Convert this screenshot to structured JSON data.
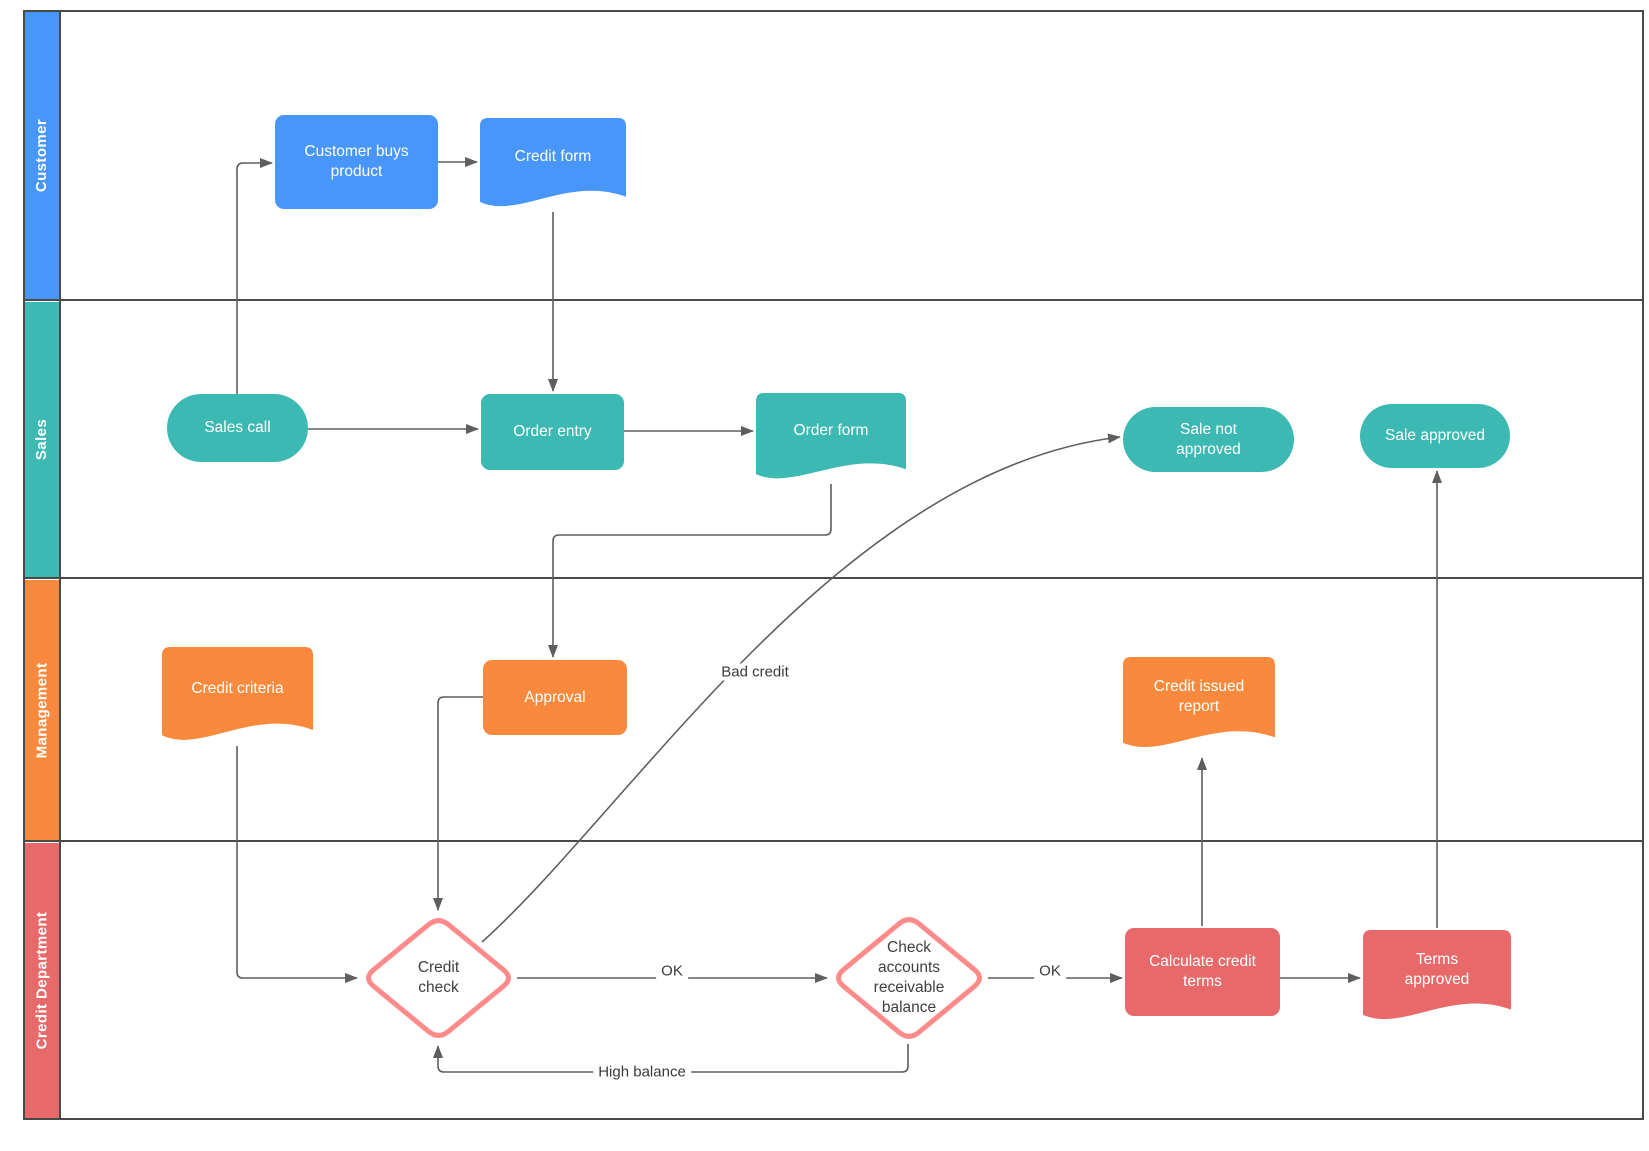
{
  "diagram": {
    "type": "swimlane-flowchart",
    "lanes": {
      "customer": {
        "label": "Customer",
        "color": "#4896fa"
      },
      "sales": {
        "label": "Sales",
        "color": "#3cb9b2"
      },
      "management": {
        "label": "Management",
        "color": "#f98a3d"
      },
      "credit_department": {
        "label": "Credit Department",
        "color": "#e8696a"
      }
    },
    "nodes": {
      "customer_buys_product": {
        "label": "Customer buys product",
        "shape": "process",
        "lane": "Customer"
      },
      "credit_form": {
        "label": "Credit form",
        "shape": "document",
        "lane": "Customer"
      },
      "sales_call": {
        "label": "Sales call",
        "shape": "terminator",
        "lane": "Sales"
      },
      "order_entry": {
        "label": "Order entry",
        "shape": "process",
        "lane": "Sales"
      },
      "order_form": {
        "label": "Order form",
        "shape": "document",
        "lane": "Sales"
      },
      "sale_not_approved": {
        "label": "Sale not approved",
        "shape": "terminator",
        "lane": "Sales"
      },
      "sale_approved": {
        "label": "Sale approved",
        "shape": "terminator",
        "lane": "Sales"
      },
      "credit_criteria": {
        "label": "Credit criteria",
        "shape": "document",
        "lane": "Management"
      },
      "approval": {
        "label": "Approval",
        "shape": "process",
        "lane": "Management"
      },
      "credit_issued_report": {
        "label": "Credit issued report",
        "shape": "document",
        "lane": "Management"
      },
      "credit_check": {
        "label": "Credit check",
        "shape": "decision",
        "lane": "Credit Department"
      },
      "check_accounts_receivable_balance": {
        "label": "Check accounts receivable balance",
        "shape": "decision",
        "lane": "Credit Department"
      },
      "calculate_credit_terms": {
        "label": "Calculate credit terms",
        "shape": "process",
        "lane": "Credit Department"
      },
      "terms_approved": {
        "label": "Terms approved",
        "shape": "document",
        "lane": "Credit Department"
      }
    },
    "edges": [
      {
        "from": "sales_call",
        "to": "customer_buys_product",
        "label": ""
      },
      {
        "from": "customer_buys_product",
        "to": "credit_form",
        "label": ""
      },
      {
        "from": "credit_form",
        "to": "order_entry",
        "label": ""
      },
      {
        "from": "sales_call",
        "to": "order_entry",
        "label": ""
      },
      {
        "from": "order_entry",
        "to": "order_form",
        "label": ""
      },
      {
        "from": "order_form",
        "to": "approval",
        "label": ""
      },
      {
        "from": "approval",
        "to": "credit_check",
        "label": ""
      },
      {
        "from": "credit_criteria",
        "to": "credit_check",
        "label": ""
      },
      {
        "from": "credit_check",
        "to": "check_accounts_receivable_balance",
        "label": "OK"
      },
      {
        "from": "credit_check",
        "to": "sale_not_approved",
        "label": "Bad credit"
      },
      {
        "from": "check_accounts_receivable_balance",
        "to": "calculate_credit_terms",
        "label": "OK"
      },
      {
        "from": "check_accounts_receivable_balance",
        "to": "credit_check",
        "label": "High balance"
      },
      {
        "from": "calculate_credit_terms",
        "to": "credit_issued_report",
        "label": ""
      },
      {
        "from": "calculate_credit_terms",
        "to": "terms_approved",
        "label": ""
      },
      {
        "from": "terms_approved",
        "to": "sale_approved",
        "label": ""
      }
    ],
    "colors": {
      "customer_blue": "#4896fa",
      "sales_teal": "#3cb9b2",
      "management_orange": "#f98a3d",
      "credit_salmon": "#e8696a",
      "decision_border": "#ff8a8a",
      "decision_fill": "#ffffff",
      "connector_gray": "#5e5e5e",
      "lane_border": "#4a4a4a",
      "background": "#ffffff"
    }
  }
}
